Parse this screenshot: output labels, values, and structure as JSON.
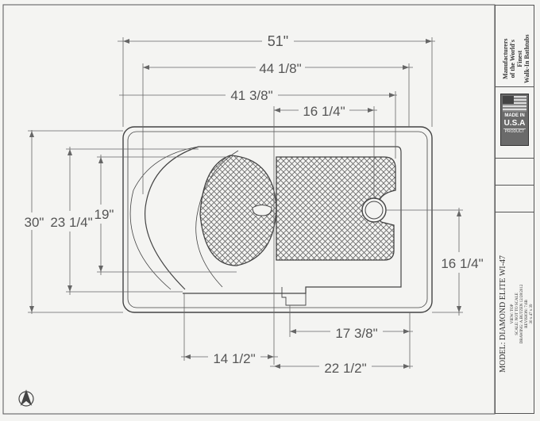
{
  "dimensions": {
    "overall_length": "51\"",
    "length_2": "44 1/8\"",
    "length_3": "41 3/8\"",
    "length_4": "16 1/4\"",
    "overall_width": "30\"",
    "width_2": "23 1/4\"",
    "width_3": "19\"",
    "drain_offset": "16 1/4\"",
    "bottom_1": "17 3/8\"",
    "bottom_2": "14 1/2\"",
    "bottom_3": "22 1/2\""
  },
  "title_block": {
    "company_line1": "Manufacturers",
    "company_line2": "of the World's",
    "company_line3": "Finest",
    "company_line4": "Walk-In Bathtubs",
    "badge_line1": "MADE IN",
    "badge_line2": "U.S.A",
    "badge_line3": "PRODUCT",
    "model": "MODEL: DIAMOND ELITE WI-47",
    "view": "VIEW: TOP",
    "scale": "SCALE: NOT TO SCALE",
    "drawing": "DRAWING: A.BUTZEN 12/28/2012",
    "revision": "REVISION: 7.6B",
    "size": "30 x 47 x 39"
  }
}
